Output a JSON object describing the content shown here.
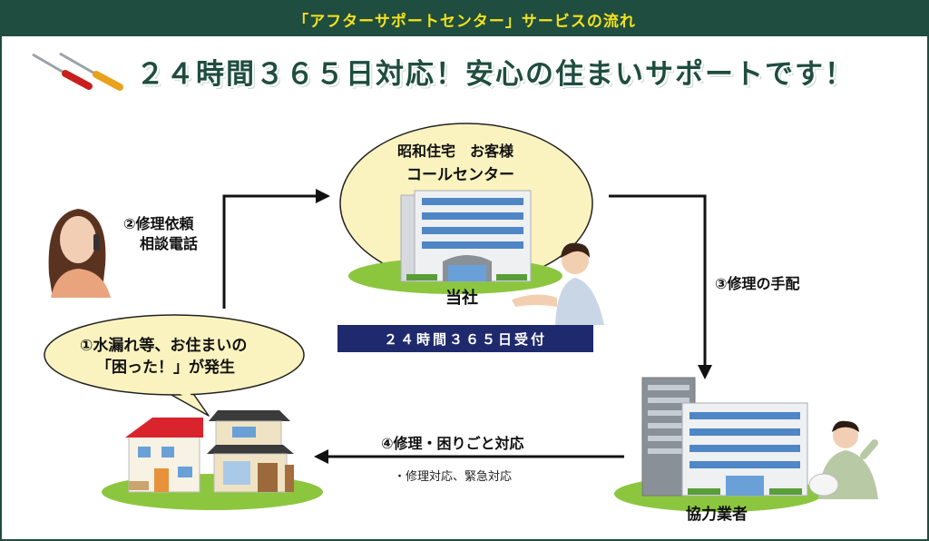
{
  "banner": {
    "title": "「アフターサポートセンター」サービスの流れ"
  },
  "headline": "２４時間３６５日対応！安心の住まいサポートです！",
  "center": {
    "line1": "昭和住宅　お客様",
    "line2": "コールセンター",
    "company": "当社",
    "receipt": "２４時間３６５日受付"
  },
  "steps": {
    "step1_line1": "①水漏れ等、お住まいの",
    "step1_line2": "「困った！」が発生",
    "step2_line1": "②修理依頼",
    "step2_line2": "相談電話",
    "step3": "③修理の手配",
    "step4": "④修理・困りごと対応",
    "step4_note": "・修理対応、緊急対応"
  },
  "partner": {
    "label": "協力業者"
  },
  "colors": {
    "accent": "#1f4d3f",
    "banner_text": "#f4e21c",
    "bubble": "#fbf3bf",
    "lawn": "#8cc63f",
    "receipt_bg": "#1f2a6e"
  }
}
